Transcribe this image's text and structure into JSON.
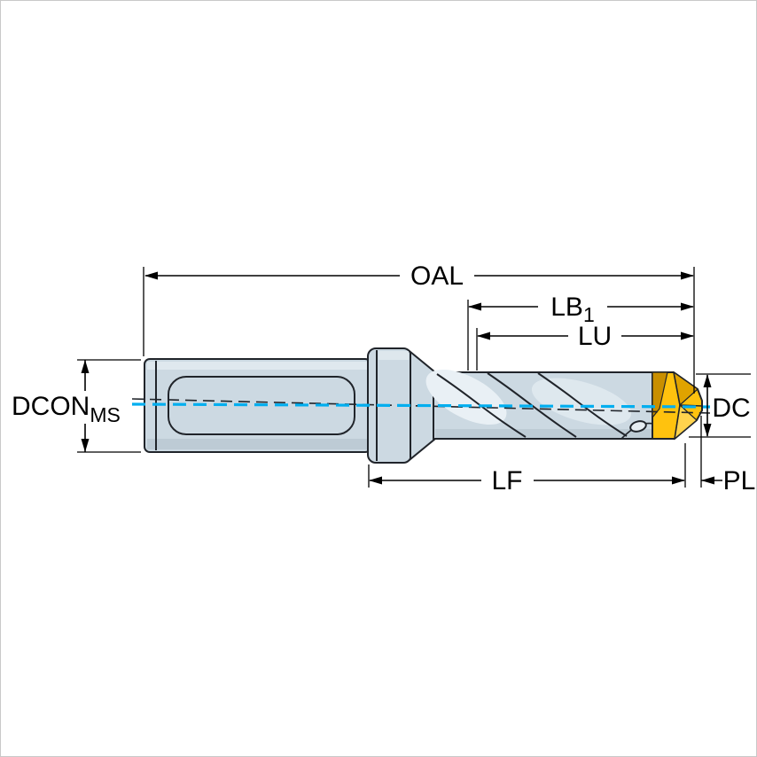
{
  "figure": {
    "type": "technical-dimension-diagram",
    "subject": "indexable-insert drill, side view with dimension callouts",
    "labels": {
      "oal": "OAL",
      "lb_main": "LB",
      "lb_sub": "1",
      "lu": "LU",
      "lf": "LF",
      "pl": "PL",
      "dc": "DC",
      "dcon_main": "DCON",
      "dcon_sub": "MS"
    },
    "colors": {
      "background": "#ffffff",
      "outline": "#20242a",
      "body_fill": "#ccd9e2",
      "body_shade": "#b8c6d0",
      "body_highlight": "#e9f0f5",
      "centerline_cyan": "#00aeef",
      "insert_yellow": "#ffc20e",
      "insert_shade_dark": "#e0a300",
      "insert_shade_light": "#ffd34d",
      "dimension_color": "#000000"
    }
  }
}
